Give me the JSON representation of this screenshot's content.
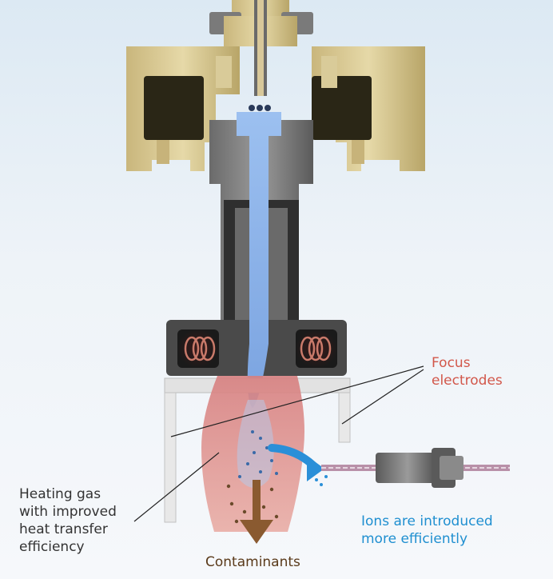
{
  "labels": {
    "focus_electrodes": "Focus\nelectrodes",
    "heating_gas": "Heating gas\nwith improved\nheat transfer\nefficiency",
    "ions": "Ions are introduced\nmore efficiently",
    "contaminants": "Contaminants"
  },
  "colors": {
    "background_top": "#dce9f3",
    "brass": "#d4c48e",
    "dark_metal": "#3a3a3a",
    "mid_metal": "#8a8a8a",
    "plasma_blue": "#8fb4e8",
    "heating_gas": "#d98a8a",
    "focus_label": "#d2574a",
    "ions_label": "#1f8fd0",
    "contaminants_label": "#5a3a1a"
  }
}
